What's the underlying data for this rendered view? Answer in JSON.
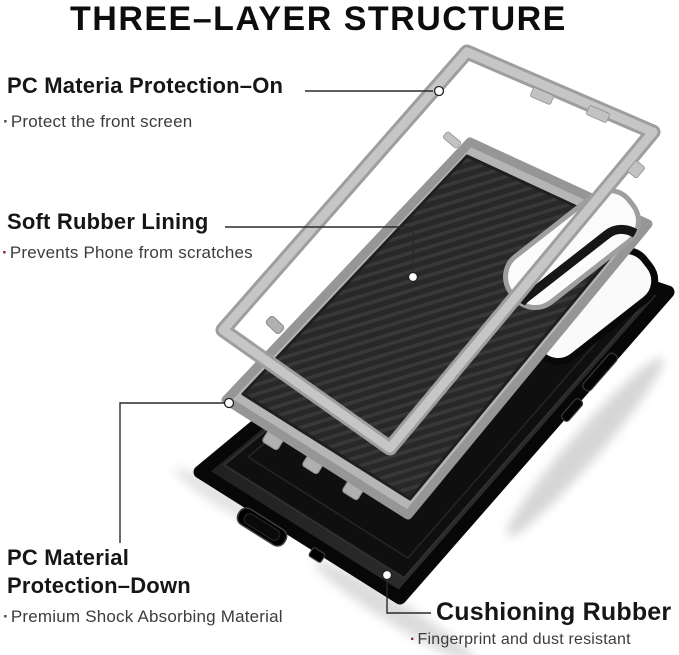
{
  "title": "THREE–LAYER STRUCTURE",
  "labels": {
    "pc_on": {
      "title": "PC Materia Protection–On",
      "bullet": "·",
      "bullet_color": "#4a4a4a",
      "desc": "Protect the front screen"
    },
    "rubber_lining": {
      "title": "Soft Rubber Lining",
      "bullet": "·",
      "bullet_color": "#8e2424",
      "desc": "Prevents Phone from scratches"
    },
    "pc_down": {
      "title_line1": "PC Material",
      "title_line2": "Protection–Down",
      "bullet": "·",
      "bullet_color": "#4a4a4a",
      "desc": "Premium Shock Absorbing Material"
    },
    "cushioning": {
      "title": "Cushioning Rubber",
      "bullet": "·",
      "bullet_color": "#8e2424",
      "desc": "Fingerprint and dust resistant"
    }
  },
  "illustration": {
    "parts": [
      "front-pc-frame",
      "soft-rubber-lining-carbon",
      "outer-black-case"
    ],
    "colors": {
      "frame_gray": "#b5b5b5",
      "frame_gray_light": "#c9c9c9",
      "carbon_black": "#282828",
      "carbon_stripe": "#3a3a3a",
      "case_black": "#1f1f1f",
      "leader_line": "#2a2a2a"
    }
  }
}
